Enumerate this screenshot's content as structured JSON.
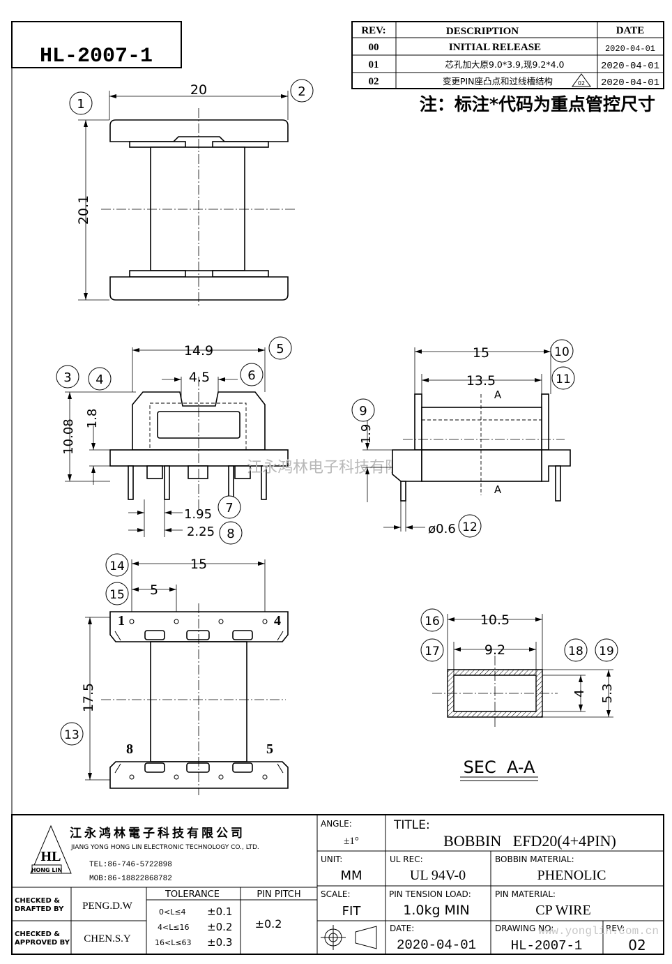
{
  "part_number": "HL-2007-1",
  "revisions": {
    "headers": [
      "REV:",
      "DESCRIPTION",
      "DATE"
    ],
    "rows": [
      {
        "rev": "00",
        "description": "INITIAL RELEASE",
        "date": "2020-04-01"
      },
      {
        "rev": "01",
        "description": "芯孔加大原9.0*3.9,现9.2*4.0",
        "date": "2020-04-01"
      },
      {
        "rev": "02",
        "description": "变更PIN座凸点和过线槽结构",
        "date": "2020-04-01",
        "mark": "02"
      }
    ]
  },
  "note": "注：标注*代码为重点管控尺寸",
  "watermark": "江永鸿林电子科技有限公司",
  "views": {
    "top": {
      "width": "20",
      "height": "20.1",
      "balloons": [
        "1",
        "2"
      ]
    },
    "front": {
      "width": "14.9",
      "slot": "4.5",
      "height": "10.08",
      "flange": "1.8",
      "pin_a": "1.95",
      "pin_b": "2.25",
      "balloons": [
        "3",
        "4",
        "5",
        "6",
        "7",
        "8"
      ]
    },
    "side": {
      "width": "15",
      "inner": "13.5",
      "height": "1.9",
      "pin_dia": "ø0.6",
      "section_label": "A",
      "balloons": [
        "9",
        "10",
        "11",
        "12"
      ]
    },
    "bottom": {
      "pitch_span": "15",
      "pitch": "5",
      "height": "17.5",
      "pins": [
        "1",
        "4",
        "8",
        "5"
      ],
      "balloons": [
        "14",
        "15",
        "13"
      ]
    },
    "section": {
      "outer_w": "10.5",
      "inner_w": "9.2",
      "inner_h": "4",
      "outer_h": "5.3",
      "label": "SEC  A-A",
      "balloons": [
        "16",
        "17",
        "18",
        "19"
      ]
    }
  },
  "title_block": {
    "company_cn": "江永鸿林電子科技有限公司",
    "company_en": "JIANG YONG HONG LIN ELECTRONIC TECHNOLOGY CO., LTD.",
    "logo_text": "HL",
    "logo_sub": "HONG LIN",
    "tel": "TEL:86-746-5722898",
    "mob": "MOB:86-18822868782",
    "angle_label": "ANGLE:",
    "angle": "±1°",
    "title_label": "TITLE:",
    "title": "BOBBIN   EFD20(4+4PIN)",
    "unit_label": "UNIT:",
    "unit": "MM",
    "ul_label": "UL REC:",
    "ul": "UL 94V-0",
    "bobbin_material_label": "BOBBIN MATERIAL:",
    "bobbin_material": "PHENOLIC",
    "scale_label": "SCALE:",
    "scale": "FIT",
    "tension_label": "PIN TENSION LOAD:",
    "tension": "1.0kg MIN",
    "pin_material_label": "PIN MATERIAL:",
    "pin_material": "CP WIRE",
    "date_label": "DATE:",
    "date": "2020-04-01",
    "drawing_label": "DRAWING NO:",
    "drawing_no": "HL-2007-1",
    "rev_label": "REV:",
    "rev": "02",
    "checked_drafted": "CHECKED &\nDRAFTED BY",
    "checked_drafted_l1": "CHECKED &",
    "checked_drafted_l2": "DRAFTED BY",
    "drafter": "PENG.D.W",
    "checked_approved_l1": "CHECKED &",
    "checked_approved_l2": "APPROVED BY",
    "approver": "CHEN.S.Y",
    "tolerance_label": "TOLERANCE",
    "tolerances": [
      {
        "range": "0<L≤4",
        "value": "±0.1"
      },
      {
        "range": "4<L≤16",
        "value": "±0.2"
      },
      {
        "range": "16<L≤63",
        "value": "±0.3"
      }
    ],
    "pin_pitch_label": "PIN PITCH",
    "pin_pitch": "±0.2",
    "website": "www.yonglin.com.cn"
  }
}
